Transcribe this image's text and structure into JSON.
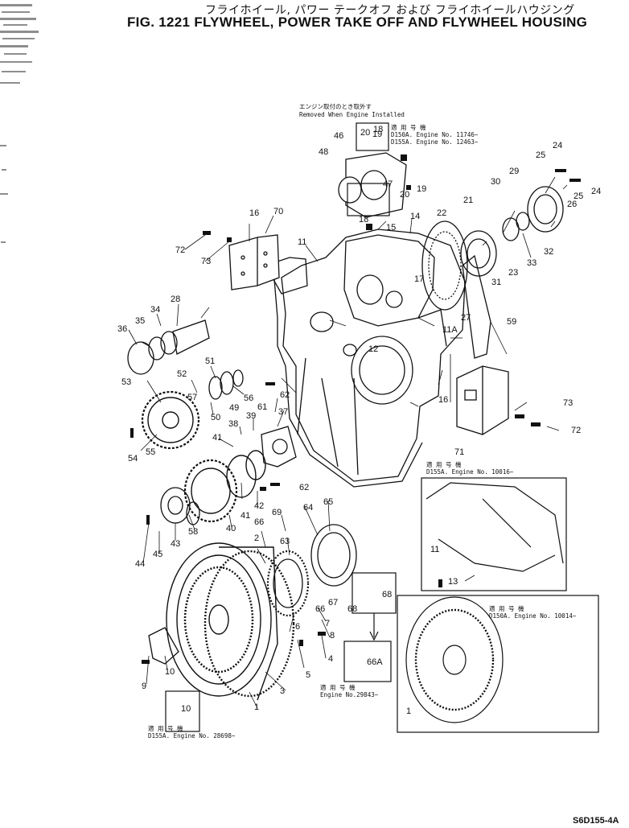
{
  "header": {
    "title_jp": "フライホイール, パワー テークオフ および フライホイールハウジング",
    "title_en": "FIG. 1221  FLYWHEEL, POWER TAKE OFF AND FLYWHEEL HOUSING"
  },
  "footer": {
    "code": "S6D155-4A"
  },
  "notes": {
    "removed_jp": "エンジン取付のとき取外す",
    "removed_en": "Removed When Engine Installed",
    "applic_top_jp": "適 用 号 機",
    "applic_top_1": "D150A. Engine No. 11746~",
    "applic_top_2": "D155A. Engine No. 12463~",
    "applic_mid_jp": "適 用 号 機",
    "applic_mid_1": "D155A. Engine No. 10016~",
    "applic_right_jp": "適 用 号 機",
    "applic_right_1": "D150A. Engine No. 10014~",
    "applic_bot_jp": "適 用 号 機",
    "applic_bot_1": "Engine No.29843~",
    "applic_left_jp": "適 用 号 機",
    "applic_left_1": "D155A. Engine No. 28698~"
  },
  "callouts": [
    "1",
    "2",
    "3",
    "4",
    "5",
    "6",
    "7",
    "8",
    "9",
    "10",
    "11",
    "11A",
    "12",
    "13",
    "14",
    "15",
    "16",
    "17",
    "18",
    "19",
    "20",
    "21",
    "22",
    "23",
    "24",
    "25",
    "26",
    "27",
    "28",
    "29",
    "30",
    "31",
    "32",
    "33",
    "34",
    "35",
    "36",
    "37",
    "38",
    "39",
    "40",
    "41",
    "42",
    "43",
    "44",
    "45",
    "47",
    "48",
    "49",
    "50",
    "51",
    "52",
    "53",
    "54",
    "55",
    "56",
    "57",
    "58",
    "59",
    "61",
    "62",
    "63",
    "64",
    "65",
    "66",
    "66A",
    "67",
    "68",
    "69",
    "70",
    "71",
    "72",
    "73"
  ]
}
